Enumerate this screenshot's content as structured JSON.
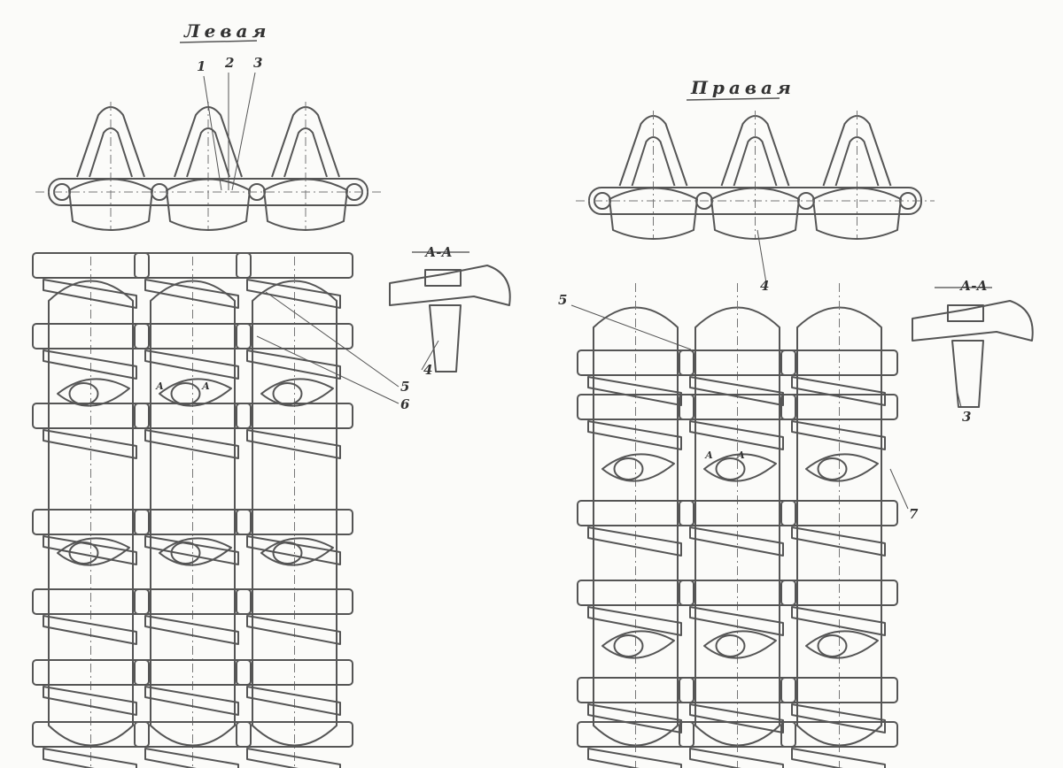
{
  "left": {
    "title": "Левая",
    "section_label": "А-А",
    "callouts": [
      "1",
      "2",
      "3",
      "4",
      "5",
      "6"
    ],
    "section_marks": [
      "А",
      "А"
    ]
  },
  "right": {
    "title": "Правая",
    "section_label": "А-А",
    "callouts": [
      "4",
      "5",
      "3",
      "7"
    ],
    "section_marks": [
      "А",
      "А"
    ]
  },
  "colors": {
    "ink": "#555555",
    "paper": "#fbfbf9"
  }
}
